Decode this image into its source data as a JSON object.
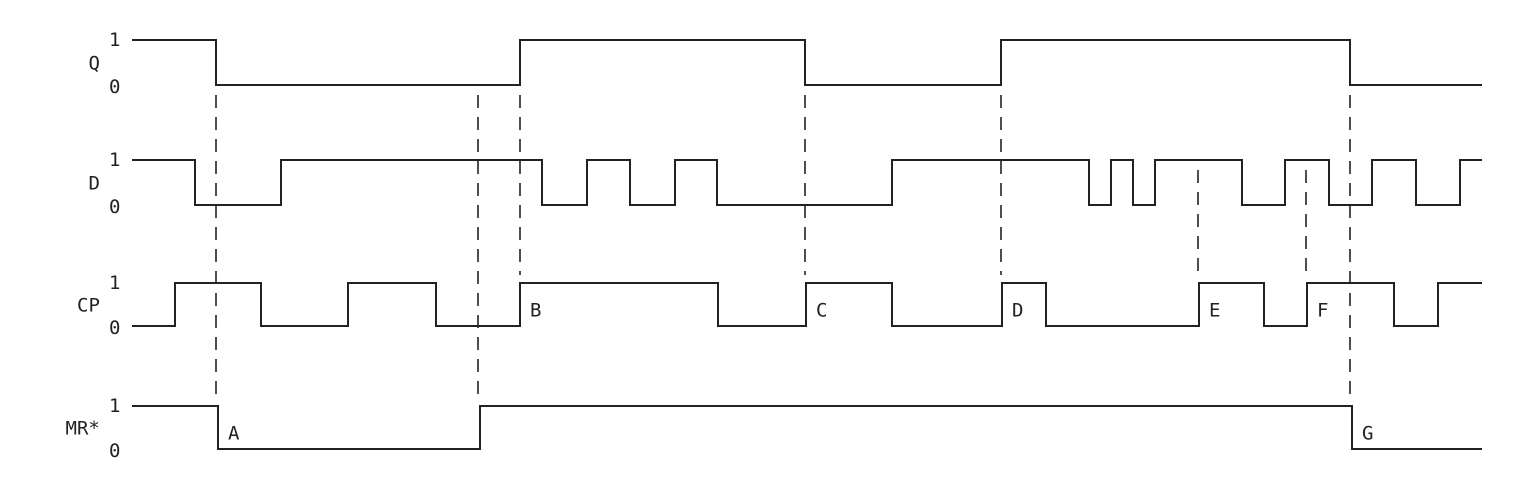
{
  "diagram": {
    "type": "timing-diagram",
    "time_end": 135,
    "signals": [
      {
        "name": "Q",
        "high_label": "1",
        "low_label": "0",
        "initial": 1,
        "transitions": [
          8.4,
          38.8,
          67.3,
          86.9,
          121.8
        ]
      },
      {
        "name": "D",
        "high_label": "1",
        "low_label": "0",
        "initial": 1,
        "transitions": [
          6.3,
          14.9,
          41.0,
          45.5,
          49.8,
          54.3,
          58.5,
          76.0,
          95.7,
          97.9,
          100.1,
          102.3,
          111.0,
          115.3,
          119.7,
          124.0,
          128.4,
          132.8
        ]
      },
      {
        "name": "CP",
        "high_label": "1",
        "low_label": "0",
        "initial": 0,
        "transitions": [
          4.3,
          12.9,
          21.6,
          30.4,
          38.8,
          58.6,
          67.4,
          76.0,
          87.0,
          91.4,
          106.7,
          113.2,
          117.5,
          126.2,
          130.6
        ]
      },
      {
        "name": "MR*",
        "high_label": "1",
        "low_label": "0",
        "initial": 1,
        "transitions": [
          8.6,
          34.8,
          122.0
        ]
      }
    ],
    "markers": [
      {
        "label": "A",
        "time": 8.6,
        "signal": "MR*"
      },
      {
        "label": "B",
        "time": 38.8,
        "signal": "CP"
      },
      {
        "label": "C",
        "time": 67.4,
        "signal": "CP"
      },
      {
        "label": "D",
        "time": 87.0,
        "signal": "CP"
      },
      {
        "label": "E",
        "time": 106.7,
        "signal": "CP"
      },
      {
        "label": "F",
        "time": 117.5,
        "signal": "CP"
      },
      {
        "label": "G",
        "time": 122.0,
        "signal": "MR*"
      }
    ],
    "guides": [
      {
        "time": 8.4,
        "from": "Q",
        "to": "MR*"
      },
      {
        "time": 34.6,
        "from": "Q",
        "to": "MR*"
      },
      {
        "time": 38.8,
        "from": "Q",
        "to": "CP"
      },
      {
        "time": 67.3,
        "from": "Q",
        "to": "CP"
      },
      {
        "time": 86.9,
        "from": "Q",
        "to": "CP"
      },
      {
        "time": 106.6,
        "from": "D",
        "to": "CP"
      },
      {
        "time": 117.4,
        "from": "D",
        "to": "CP"
      },
      {
        "time": 121.8,
        "from": "Q",
        "to": "MR*"
      }
    ]
  }
}
